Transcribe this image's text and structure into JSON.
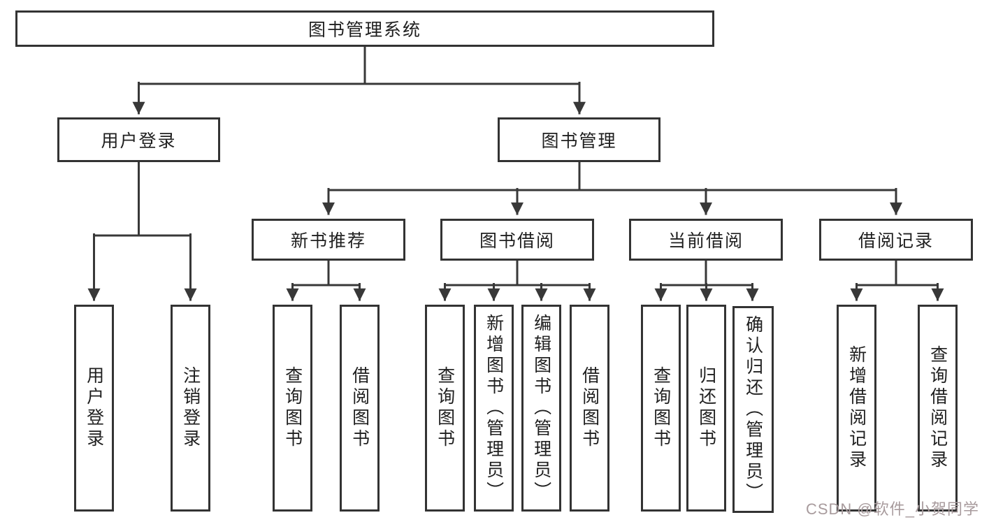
{
  "nodes": {
    "root": "图书管理系统",
    "level2": [
      "用户登录",
      "图书管理"
    ],
    "level3": [
      "新书推荐",
      "图书借阅",
      "当前借阅",
      "借阅记录"
    ],
    "login_leaves": [
      "用户登录",
      "注销登录"
    ],
    "recommend_leaves": [
      "查询图书",
      "借阅图书"
    ],
    "borrow_leaves": [
      "查询图书",
      "新增图书（管理员）",
      "编辑图书（管理员）",
      "借阅图书"
    ],
    "current_leaves": [
      "查询图书",
      "归还图书",
      "确认归还（管理员）"
    ],
    "record_leaves": [
      "新增借阅记录",
      "查询借阅记录"
    ]
  },
  "watermark": "CSDN @软件_小贺同学",
  "colors": {
    "line": "#383838",
    "box_border": "#333333",
    "box_background": "#ffffff",
    "text": "#1f1f1f",
    "watermark": "#a89b9d",
    "page_background": "#ffffff"
  }
}
